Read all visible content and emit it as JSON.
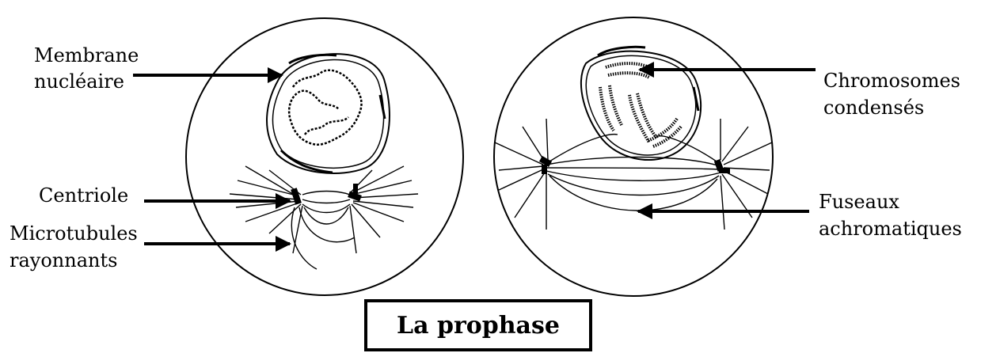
{
  "title": "La prophase",
  "labels": {
    "membrane": [
      "Membrane",
      "nucléaire"
    ],
    "centriole": "Centriole",
    "microtubules": [
      "Microtubules",
      "rayonnants"
    ],
    "chromosomes": [
      "Chromosomes",
      "condensés"
    ],
    "fuseaux": [
      "Fuseaux",
      "achromatiques"
    ]
  }
}
